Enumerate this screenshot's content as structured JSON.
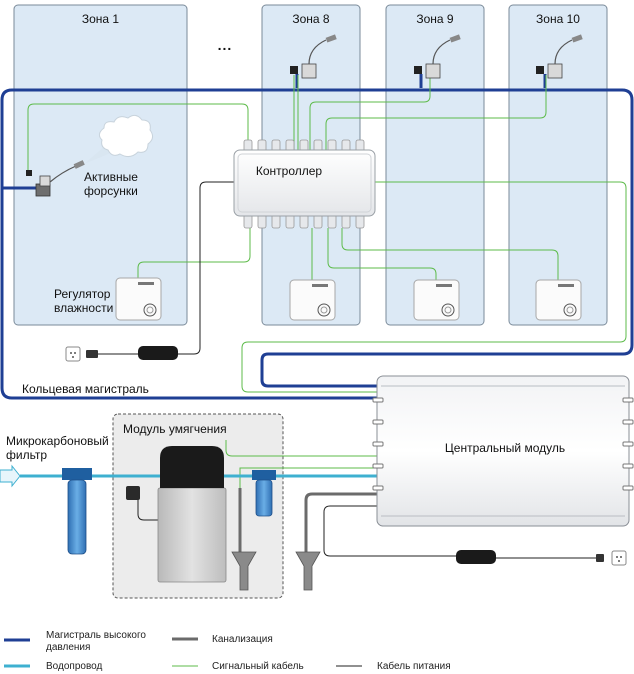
{
  "zones": [
    {
      "label": "Зона 1"
    },
    {
      "label": "Зона 8"
    },
    {
      "label": "Зона 9"
    },
    {
      "label": "Зона 10"
    }
  ],
  "ellipsis": "...",
  "labels": {
    "active_nozzles": "Активные\nфорсунки",
    "controller": "Контроллер",
    "humidity_regulator": "Регулятор\nвлажности",
    "ring_main": "Кольцевая магистраль",
    "microcarbon_filter": "Микрокарбоновый\nфильтр",
    "softening_module": "Модуль умягчения",
    "central_module": "Центральный модуль"
  },
  "legend": [
    {
      "label": "Магистраль высокого\nдавления",
      "color": "#1f3f94"
    },
    {
      "label": "Канализация",
      "color": "#6b6b6b"
    },
    {
      "label": "Водопровод",
      "color": "#3eb0d0"
    },
    {
      "label": "Сигнальный кабель",
      "color": "#5dbb4a"
    },
    {
      "label": "Кабель питания",
      "color": "#222222"
    }
  ],
  "colors": {
    "high_pressure": "#1f3f94",
    "water_supply": "#3eb0d0",
    "sewer": "#6b6b6b",
    "signal_cable": "#5dbb4a",
    "power_cable": "#222222",
    "zone_fill": "#dce9f5",
    "zone_border": "#7a8a99"
  }
}
